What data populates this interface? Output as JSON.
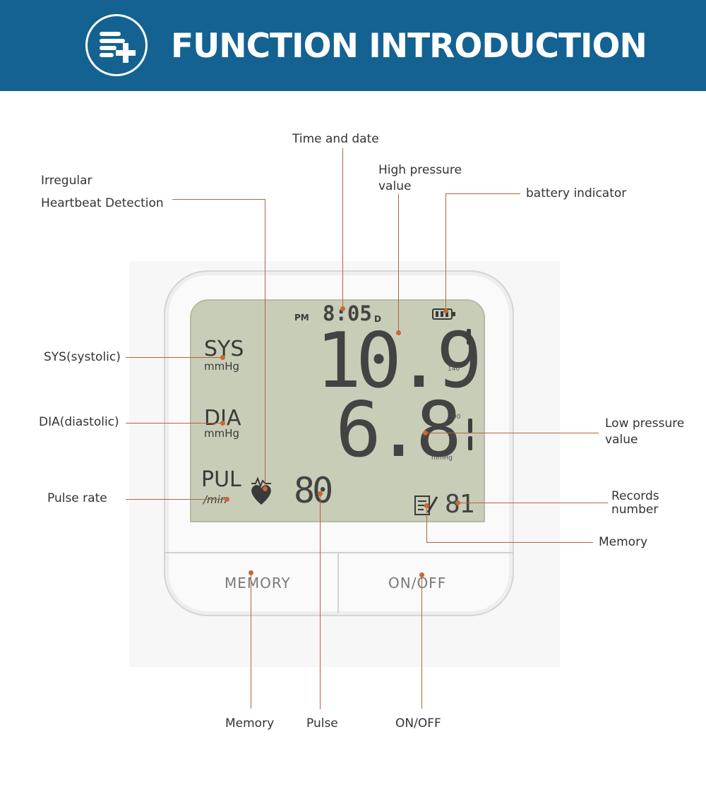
{
  "header": {
    "title": "FUNCTION INTRODUCTION",
    "logo_icon": "medical-list-plus-icon",
    "background": "#146291"
  },
  "callouts": {
    "irregular_heartbeat": [
      "Irregular",
      "Heartbeat Detection"
    ],
    "time_date": "Time and date",
    "high_pressure": [
      "High pressure",
      "value"
    ],
    "battery": "battery indicator",
    "sys": "SYS(systolic)",
    "dia": "DIA(diastolic)",
    "low_pressure": [
      "Low pressure",
      "value"
    ],
    "pulse_rate": "Pulse rate",
    "records_number": [
      "Records",
      "number"
    ],
    "memory_icon": "Memory",
    "memory_button": "Memory",
    "pulse": "Pulse",
    "onoff_button": "ON/OFF"
  },
  "lcd": {
    "time_meridiem": "PM",
    "time": "8:05",
    "time_suffix": "D",
    "sys_label": "SYS",
    "sys_unit": "mmHg",
    "dia_label": "DIA",
    "dia_unit": "mmHg",
    "pul_label": "PUL",
    "pul_unit": "/min",
    "systolic_value": "10.9",
    "diastolic_value": "6.8",
    "pulse_value": "80",
    "record_number": "81",
    "scale_140": "140",
    "scale_90": "90",
    "scale_unit": "mmHg"
  },
  "buttons": {
    "memory": "MEMORY",
    "onoff": "ON/OFF"
  },
  "colors": {
    "leader_line": "#b5633a",
    "screen": "#c8cdb8"
  }
}
